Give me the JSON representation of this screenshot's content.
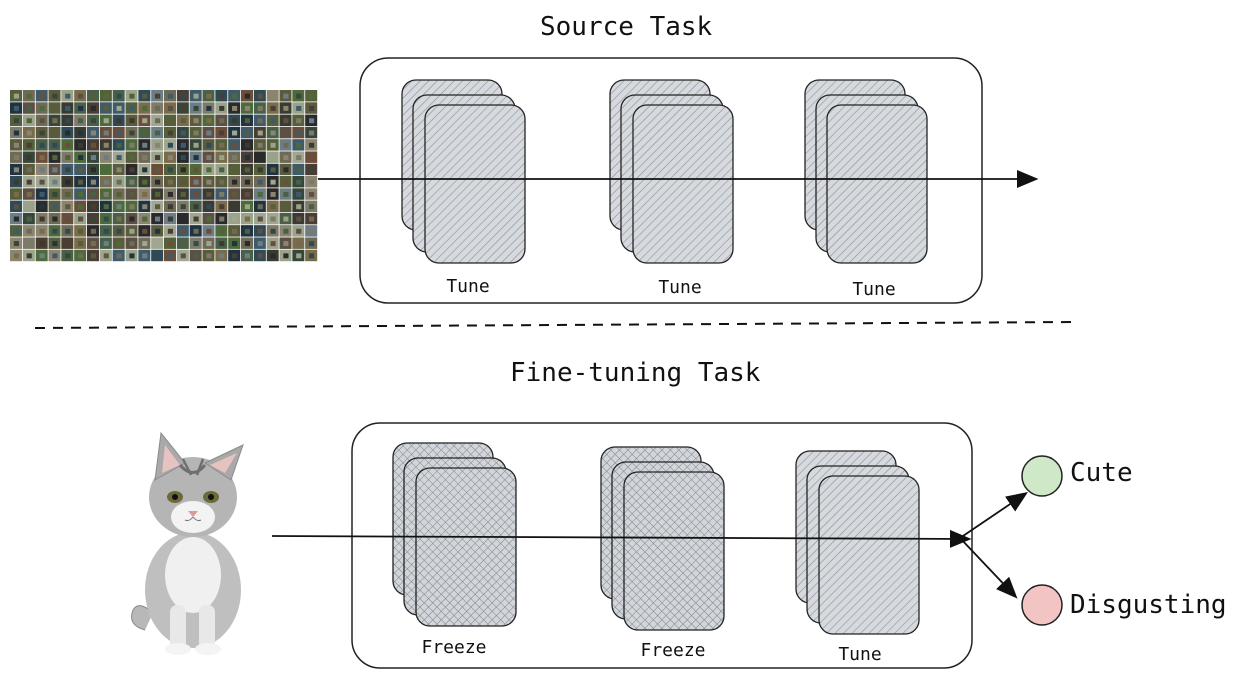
{
  "source": {
    "title": "Source Task",
    "layers": [
      {
        "label": "Tune"
      },
      {
        "label": "Tune"
      },
      {
        "label": "Tune"
      }
    ]
  },
  "finetune": {
    "title": "Fine-tuning Task",
    "layers": [
      {
        "label": "Freeze"
      },
      {
        "label": "Freeze"
      },
      {
        "label": "Tune"
      }
    ]
  },
  "outputs": [
    {
      "label": "Cute",
      "color": "#cfe8c8"
    },
    {
      "label": "Disgusting",
      "color": "#f3c4c4"
    }
  ],
  "colors": {
    "layer_fill": "#c9ced4",
    "stroke": "#222222",
    "background": "#ffffff"
  }
}
